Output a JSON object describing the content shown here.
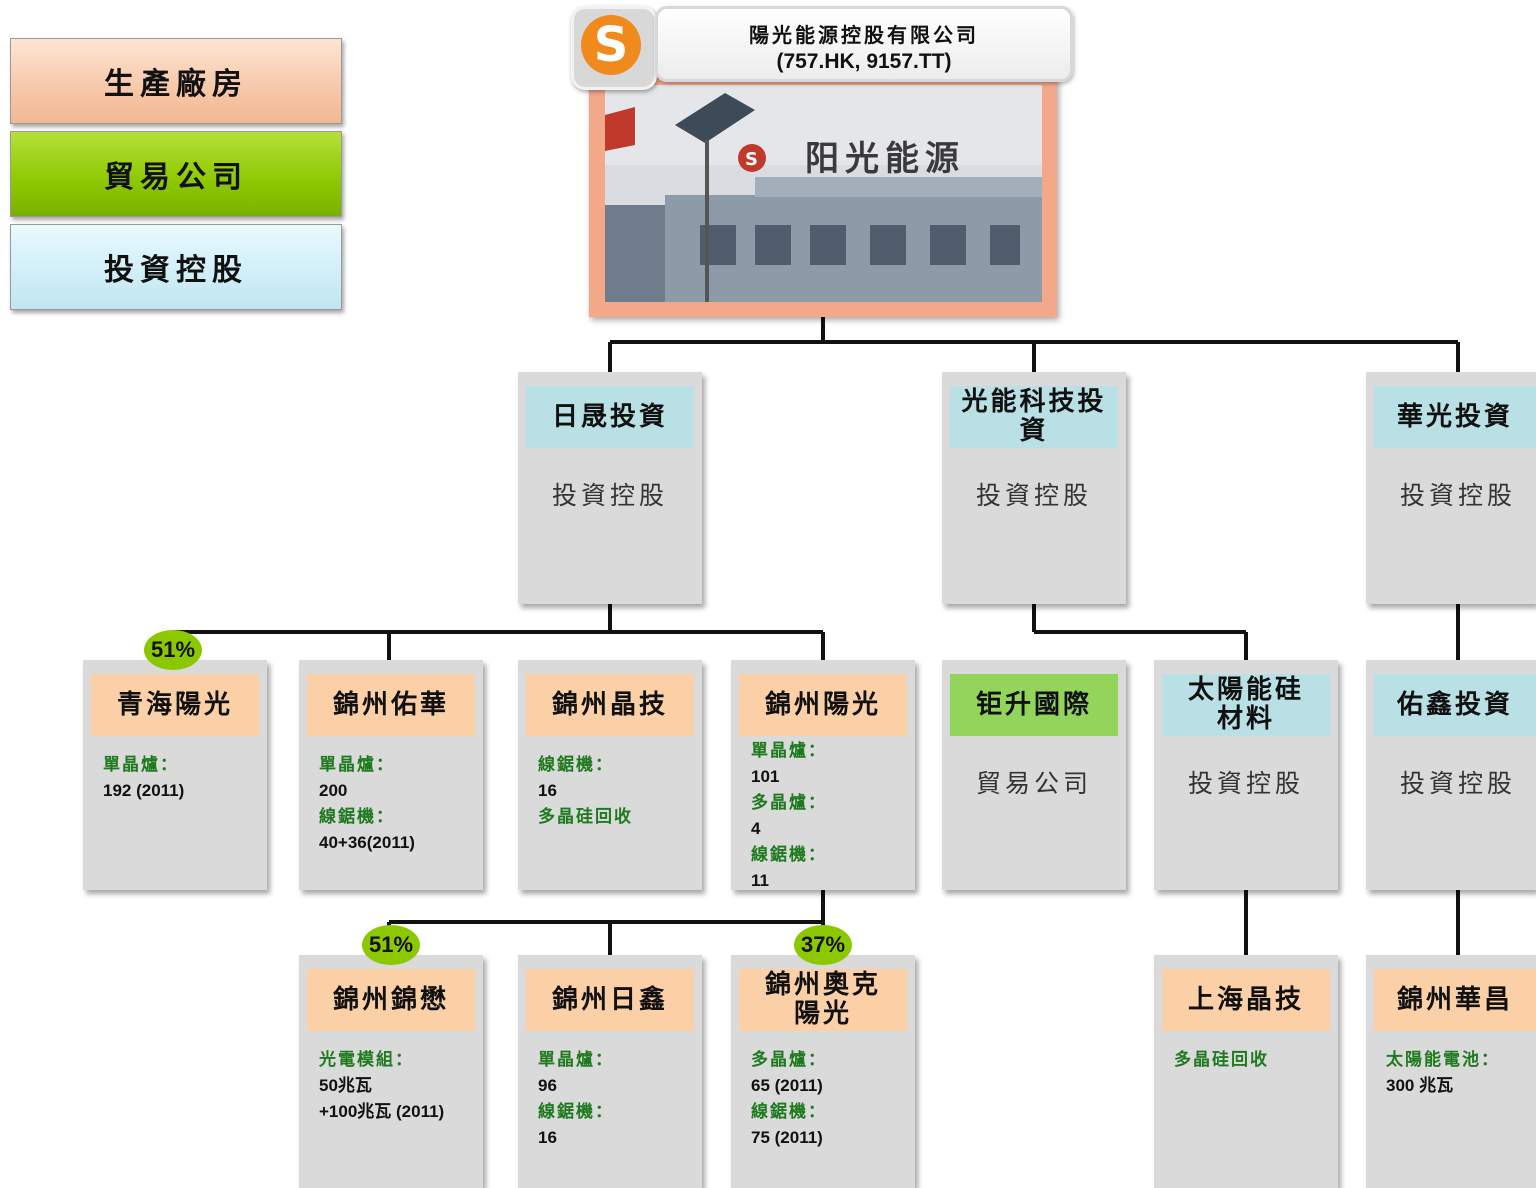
{
  "legend": {
    "factory": "生產廠房",
    "trading": "貿易公司",
    "holding": "投資控股"
  },
  "parent": {
    "name": "陽光能源控股有限公司",
    "codes": "(757.HK, 9157.TT)",
    "logo_letter": "S",
    "photo_sign": "阳光能源"
  },
  "level1": [
    {
      "name": "日晟投資",
      "role": "投資控股"
    },
    {
      "name": "光能科技投資",
      "role": "投資控股"
    },
    {
      "name": "華光投資",
      "role": "投資控股"
    }
  ],
  "level2": {
    "qinghai": {
      "name": "青海陽光",
      "badge": "51%",
      "l1": "單晶爐：",
      "v1": "192 (2011)"
    },
    "youhua": {
      "name": "錦州佑華",
      "l1": "單晶爐：",
      "v1": "200",
      "l2": "線鋸機：",
      "v2": "40+36(2011)"
    },
    "jingji": {
      "name": "錦州晶技",
      "l1": "線鋸機：",
      "v1": "16",
      "l2": "多晶硅回收"
    },
    "yangguang": {
      "name": "錦州陽光",
      "l1": "單晶爐：",
      "v1": "101",
      "l2": "多晶爐：",
      "v2": "4",
      "l3": "線鋸機：",
      "v3": "11"
    },
    "jusheng": {
      "name": "钜升國際",
      "role": "貿易公司"
    },
    "taiyang": {
      "name": "太陽能硅材料",
      "role": "投資控股"
    },
    "youxin": {
      "name": "佑鑫投資",
      "role": "投資控股"
    }
  },
  "level3": {
    "jinmao": {
      "name": "錦州錦懋",
      "badge": "51%",
      "l1": "光電模組：",
      "v1": "50兆瓦",
      "v2": "+100兆瓦 (2011)"
    },
    "rixin": {
      "name": "錦州日鑫",
      "l1": "單晶爐：",
      "v1": "96",
      "l2": "線鋸機：",
      "v2": "16"
    },
    "aoke": {
      "name": "錦州奧克陽光",
      "badge": "37%",
      "l1": "多晶爐：",
      "v1": "65 (2011)",
      "l2": "線鋸機：",
      "v2": "75 (2011)"
    },
    "shanghai": {
      "name": "上海晶技",
      "l1": "多晶硅回收"
    },
    "huachang": {
      "name": "錦州華昌",
      "l1": "太陽能電池：",
      "v1": "300 兆瓦"
    }
  }
}
